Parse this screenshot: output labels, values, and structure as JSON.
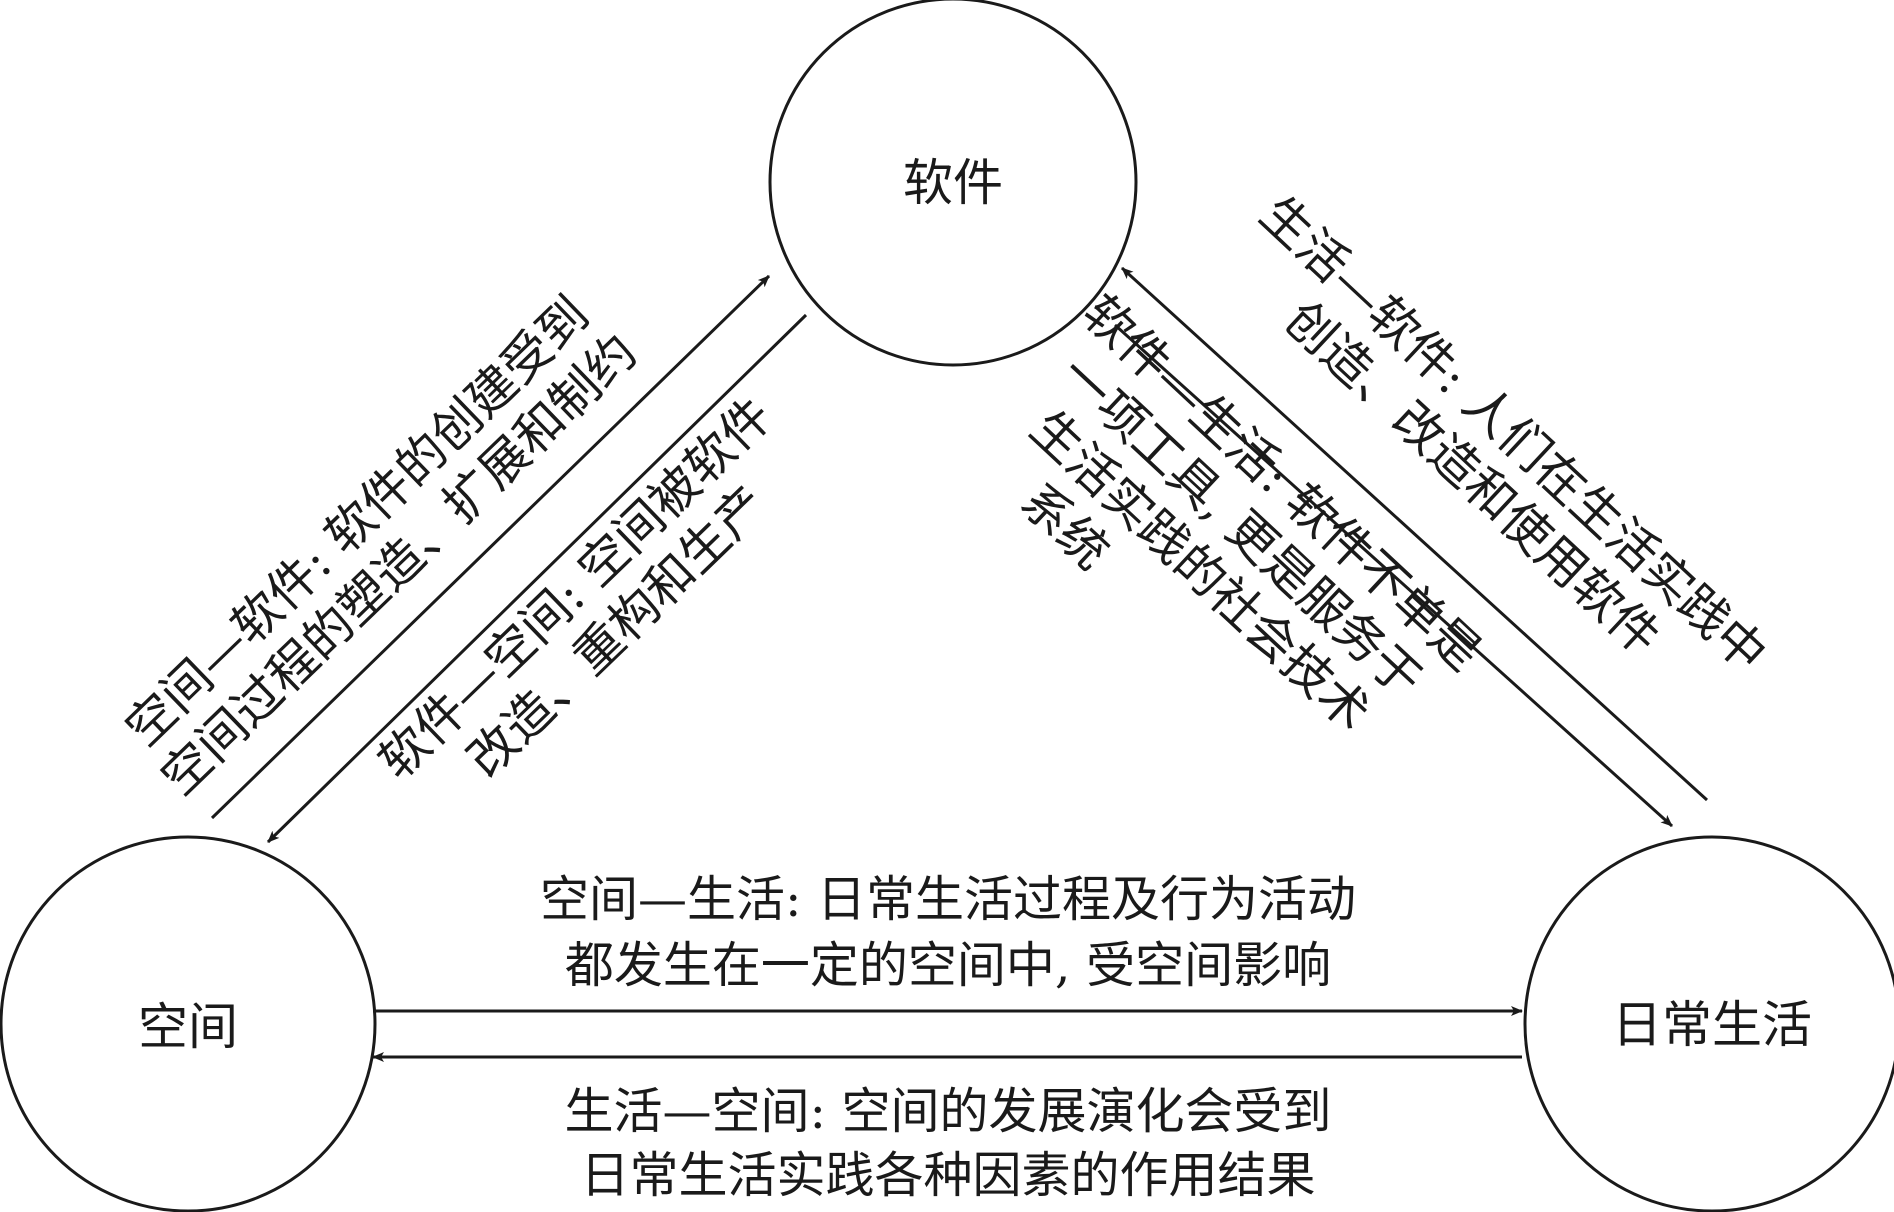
{
  "nodes": {
    "software": "软件",
    "space": "空间",
    "daily_life": "日常生活"
  },
  "edges": {
    "space_to_software": {
      "line1": "空间—软件: 软件的创建受到",
      "line2": "空间过程的塑造、扩展和制约"
    },
    "software_to_space": {
      "line1": "软件—空间: 空间被软件",
      "line2": "改造、重构和生产"
    },
    "life_to_software": {
      "line1": "生活—软件: 人们在生活实践中",
      "line2": "创造、改造和使用软件"
    },
    "software_to_life": {
      "line1": "软件—生活: 软件不单是",
      "line2": "一项工具, 更是服务于",
      "line3": "生活实践的社会技术",
      "line4": "系统"
    },
    "space_to_life": {
      "line1": "空间—生活: 日常生活过程及行为活动",
      "line2": "都发生在一定的空间中, 受空间影响"
    },
    "life_to_space": {
      "line1": "生活—空间: 空间的发展演化会受到",
      "line2": "日常生活实践各种因素的作用结果"
    }
  }
}
